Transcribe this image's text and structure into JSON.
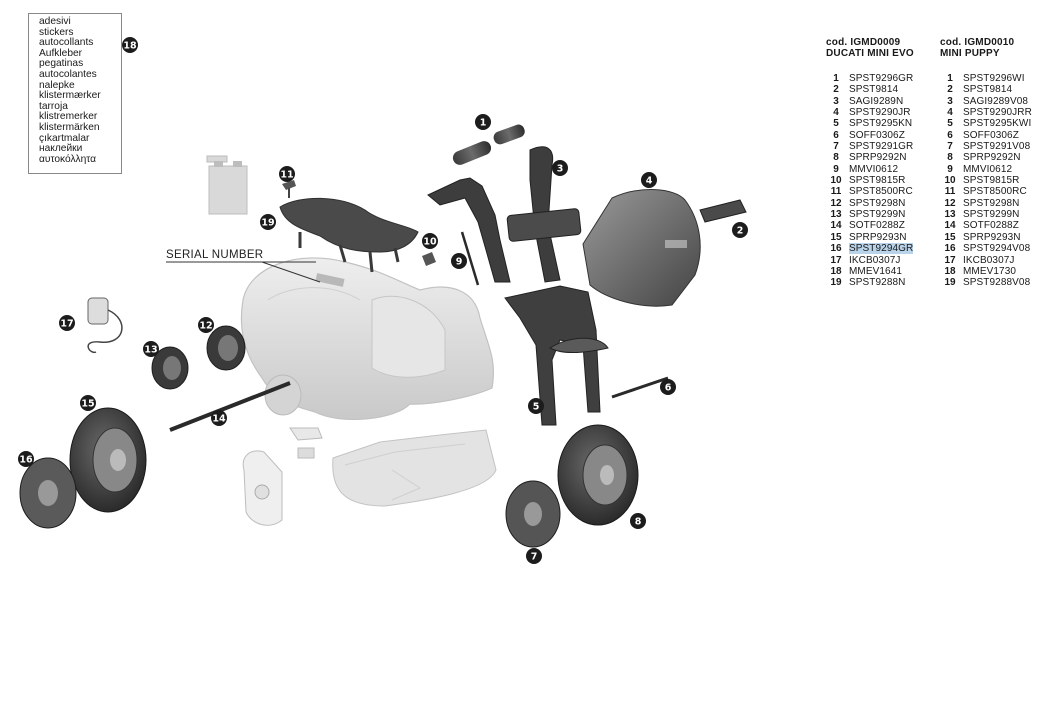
{
  "sticker_box": {
    "lines": [
      "adesivi",
      "stickers",
      "autocollants",
      "Aufkleber",
      "pegatinas",
      "autocolantes",
      "nalepke",
      "klistermærker",
      "tarroja",
      "klistremerker",
      "klistermärken",
      "çıkartmalar",
      "наклейки",
      "αυτοκόλλητα"
    ],
    "callout": "18"
  },
  "serial_label": "SERIAL NUMBER",
  "callouts": {
    "c1": "1",
    "c2": "2",
    "c3": "3",
    "c4": "4",
    "c5": "5",
    "c6": "6",
    "c7": "7",
    "c8": "8",
    "c9": "9",
    "c10": "10",
    "c11": "11",
    "c12": "12",
    "c13": "13",
    "c14": "14",
    "c15": "15",
    "c16": "16",
    "c17": "17",
    "c19": "19"
  },
  "parts_lists": [
    {
      "header_line1": "cod. IGMD0009",
      "header_line2": "DUCATI MINI EVO",
      "rows": [
        {
          "n": "1",
          "code": "SPST9296GR"
        },
        {
          "n": "2",
          "code": "SPST9814"
        },
        {
          "n": "3",
          "code": "SAGI9289N"
        },
        {
          "n": "4",
          "code": "SPST9290JR"
        },
        {
          "n": "5",
          "code": "SPST9295KN"
        },
        {
          "n": "6",
          "code": "SOFF0306Z"
        },
        {
          "n": "7",
          "code": "SPST9291GR"
        },
        {
          "n": "8",
          "code": "SPRP9292N"
        },
        {
          "n": "9",
          "code": "MMVI0612"
        },
        {
          "n": "10",
          "code": "SPST9815R"
        },
        {
          "n": "11",
          "code": "SPST8500RC"
        },
        {
          "n": "12",
          "code": "SPST9298N"
        },
        {
          "n": "13",
          "code": "SPST9299N"
        },
        {
          "n": "14",
          "code": "SOTF0288Z"
        },
        {
          "n": "15",
          "code": "SPRP9293N"
        },
        {
          "n": "16",
          "code": "SPST9294GR",
          "highlighted": true
        },
        {
          "n": "17",
          "code": "IKCB0307J"
        },
        {
          "n": "18",
          "code": "MMEV1641"
        },
        {
          "n": "19",
          "code": "SPST9288N"
        }
      ]
    },
    {
      "header_line1": "cod. IGMD0010",
      "header_line2": "MINI PUPPY",
      "rows": [
        {
          "n": "1",
          "code": "SPST9296WI"
        },
        {
          "n": "2",
          "code": "SPST9814"
        },
        {
          "n": "3",
          "code": "SAGI9289V08"
        },
        {
          "n": "4",
          "code": "SPST9290JRR"
        },
        {
          "n": "5",
          "code": "SPST9295KWI"
        },
        {
          "n": "6",
          "code": "SOFF0306Z"
        },
        {
          "n": "7",
          "code": "SPST9291V08"
        },
        {
          "n": "8",
          "code": "SPRP9292N"
        },
        {
          "n": "9",
          "code": "MMVI0612"
        },
        {
          "n": "10",
          "code": "SPST9815R"
        },
        {
          "n": "11",
          "code": "SPST8500RC"
        },
        {
          "n": "12",
          "code": "SPST9298N"
        },
        {
          "n": "13",
          "code": "SPST9299N"
        },
        {
          "n": "14",
          "code": "SOTF0288Z"
        },
        {
          "n": "15",
          "code": "SPRP9293N"
        },
        {
          "n": "16",
          "code": "SPST9294V08"
        },
        {
          "n": "17",
          "code": "IKCB0307J"
        },
        {
          "n": "18",
          "code": "MMEV1730"
        },
        {
          "n": "19",
          "code": "SPST9288V08"
        }
      ]
    }
  ]
}
